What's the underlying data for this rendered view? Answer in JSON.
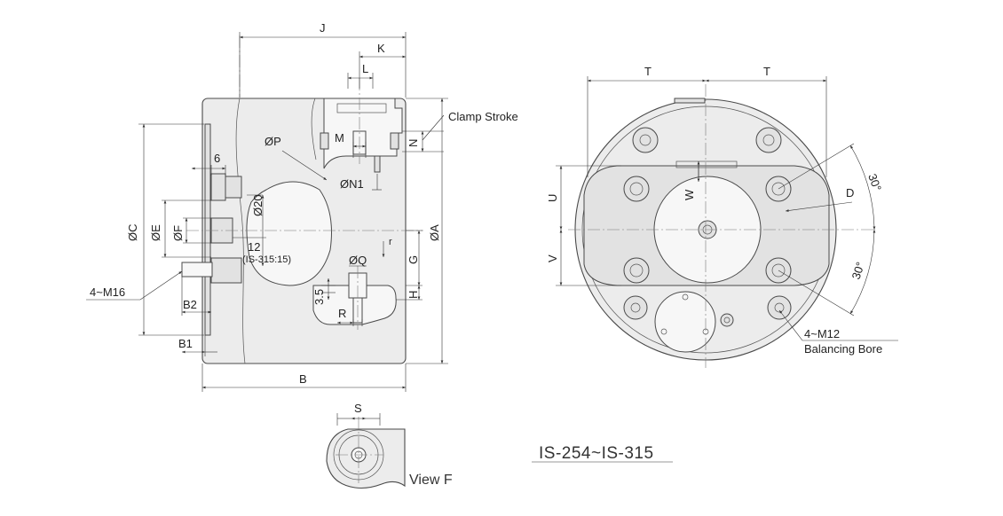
{
  "labels": {
    "J": "J",
    "K": "K",
    "L": "L",
    "clamp_stroke": "Clamp Stroke",
    "M": "M",
    "N": "N",
    "P": "ØP",
    "N1": "ØN1",
    "six": "6",
    "C": "ØC",
    "E": "ØE",
    "F": "ØF",
    "d20": "Ø20",
    "A": "ØA",
    "twelve": "12",
    "is315": "(IS-315:15)",
    "Q": "ØQ",
    "G": "G",
    "m16": "4~M16",
    "three_five": "3.5",
    "H": "H",
    "B2": "B2",
    "R": "R",
    "B1": "B1",
    "B": "B",
    "S": "S",
    "view_f": "View F",
    "T_left": "T",
    "T_right": "T",
    "U": "U",
    "W": "W",
    "V": "V",
    "D": "D",
    "angle_top": "30°",
    "angle_bottom": "30°",
    "m12": "4~M12",
    "balancing_bore": "Balancing Bore",
    "model": "IS-254~IS-315"
  },
  "colors": {
    "line": "#4a4a4a",
    "body": "#ececec",
    "text": "#222222"
  }
}
